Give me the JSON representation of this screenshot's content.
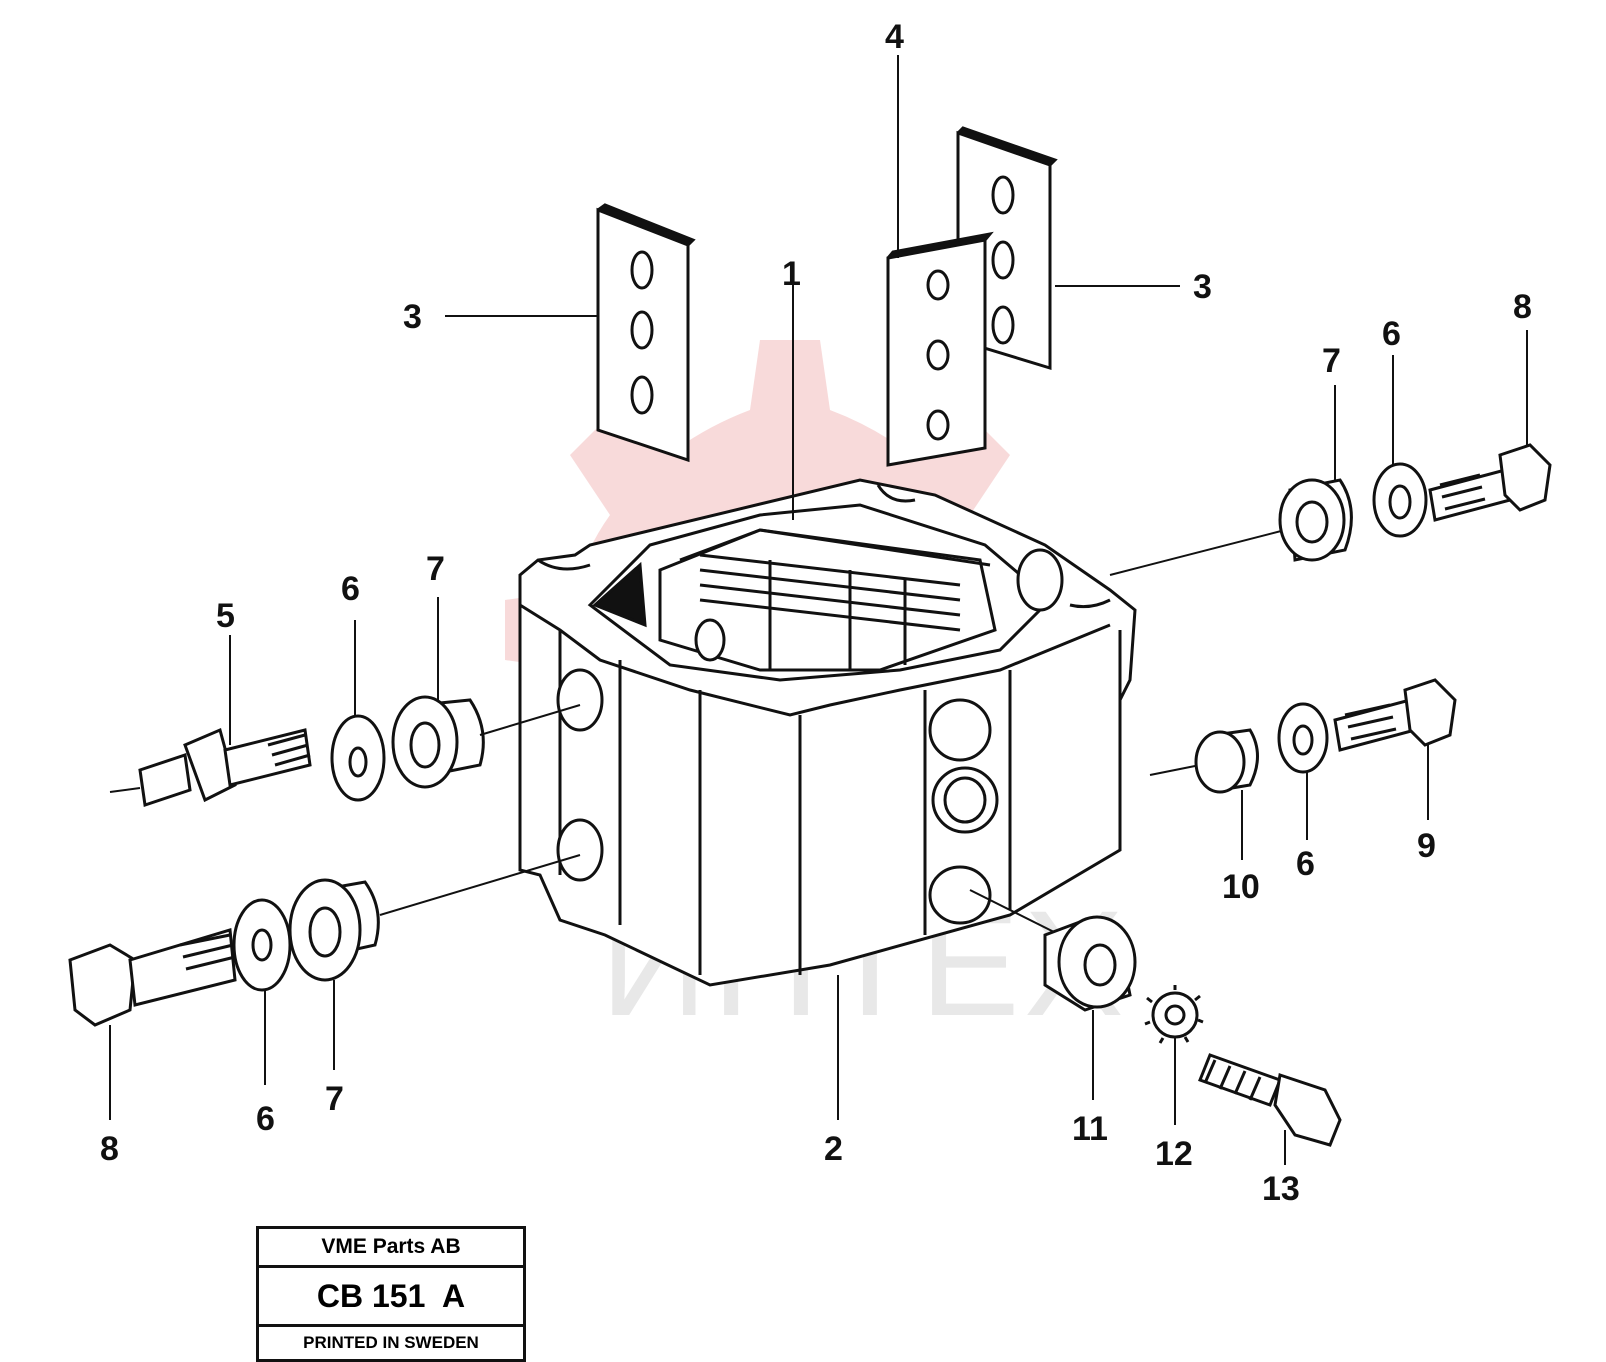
{
  "diagram": {
    "callouts": {
      "c1": "1",
      "c2": "2",
      "c3a": "3",
      "c3b": "3",
      "c4": "4",
      "c5": "5",
      "c6a": "6",
      "c6b": "6",
      "c6c": "6",
      "c6d": "6",
      "c7a": "7",
      "c7b": "7",
      "c7c": "7",
      "c8a": "8",
      "c8b": "8",
      "c9": "9",
      "c10": "10",
      "c11": "11",
      "c12": "12",
      "c13": "13"
    },
    "watermark": {
      "text": "ИНТЕХ",
      "color": "#e8e8e8",
      "gear_color": "#f7d6d6"
    }
  },
  "stamp": {
    "company": "VME Parts AB",
    "code": "CB 151  A",
    "footer": "PRINTED IN SWEDEN"
  },
  "colors": {
    "ink": "#111111",
    "paper": "#ffffff"
  }
}
